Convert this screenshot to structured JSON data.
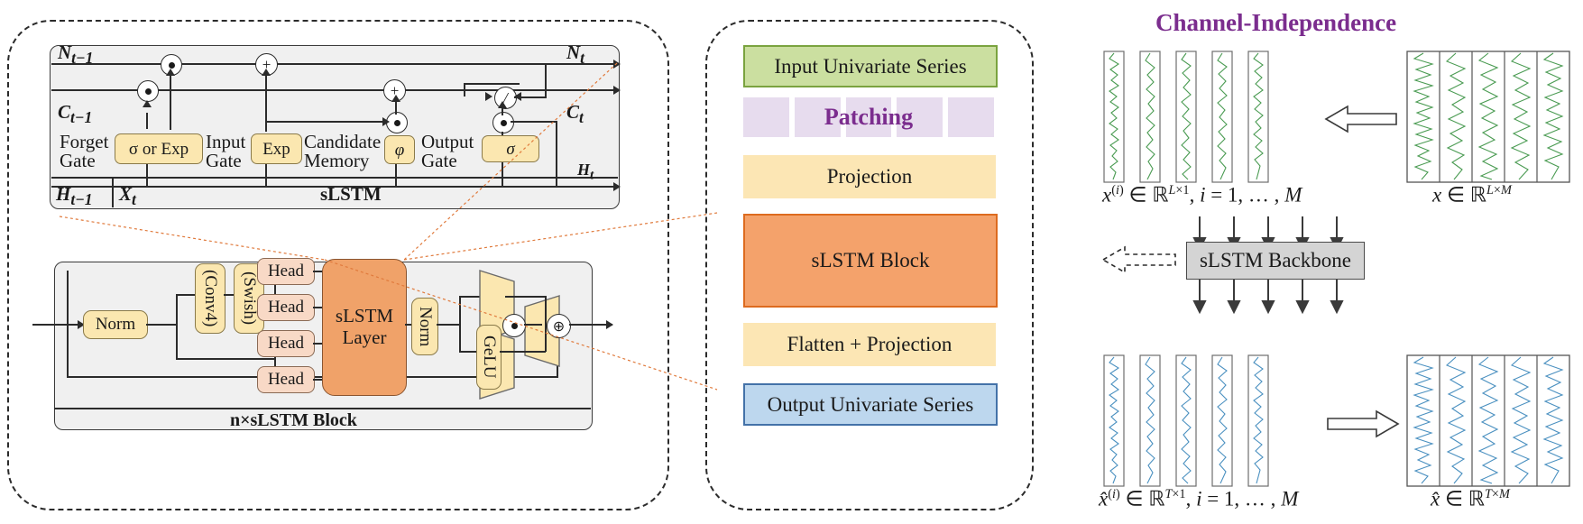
{
  "figure": {
    "domain": "diagram",
    "panels": [
      "slstm-cell-detail",
      "xlstm-pipeline",
      "channel-independence"
    ]
  },
  "colors": {
    "gate_fill": "#fbe7b0",
    "head_fill": "#f8d9c6",
    "slstm_layer_fill": "#f0a269",
    "pipeline_green": "#cbdfa0",
    "pipeline_yellow": "#fce6b4",
    "pipeline_orange": "#f4a26b",
    "pipeline_blue": "#bdd7ee",
    "patch_fill": "#e7dcee",
    "accent_purple": "#7b2d8e",
    "leader_line": "#e07a3c",
    "panel_bg": "#f0f0f0",
    "backbone_fill": "#d4d4d4",
    "input_series_stroke": "#4a9b52",
    "output_series_stroke": "#4a90c0"
  },
  "slstm_cell": {
    "title": "sLSTM",
    "inputs": {
      "n_prev": "N",
      "n_prev_sub": "t−1",
      "c_prev": "C",
      "c_prev_sub": "t−1",
      "h_prev": "H",
      "h_prev_sub": "t−1",
      "x_t": "X",
      "x_t_sub": "t"
    },
    "outputs": {
      "n_t": "N",
      "n_t_sub": "t",
      "c_t": "C",
      "c_t_sub": "t",
      "h_t": "H",
      "h_t_sub": "t"
    },
    "gates": [
      {
        "name": "forget-gate",
        "label": "Forget\nGate",
        "activation": "σ or Exp"
      },
      {
        "name": "input-gate",
        "label": "Input\nGate",
        "activation": "Exp"
      },
      {
        "name": "candidate-memory",
        "label": "Candidate\nMemory",
        "activation": "φ"
      },
      {
        "name": "output-gate",
        "label": "Output\nGate",
        "activation": "σ"
      }
    ],
    "operators": [
      "⊙",
      "⊙",
      "+",
      "+",
      "⊙",
      "/",
      "⊙"
    ]
  },
  "slstm_block": {
    "caption": "n×sLSTM Block",
    "norm_label": "Norm",
    "conv_label": "(Conv4)",
    "swish_label": "(Swish)",
    "heads": [
      "Head",
      "Head",
      "Head",
      "Head"
    ],
    "layer_label": "sLSTM\nLayer",
    "layer_label_line1": "sLSTM",
    "layer_label_line2": "Layer",
    "norm2_label": "Norm",
    "gelu_label": "GeLU",
    "mul_op": "⊙",
    "add_op": "⊕"
  },
  "pipeline": {
    "rows": [
      {
        "name": "input-univariate-series",
        "label": "Input Univariate Series",
        "style": "green"
      },
      {
        "name": "patching",
        "label": "Patching",
        "style": "patch"
      },
      {
        "name": "projection",
        "label": "Projection",
        "style": "yellow"
      },
      {
        "name": "slstm-block",
        "label": "sLSTM Block",
        "style": "orange"
      },
      {
        "name": "flatten-projection",
        "label": "Flatten + Projection",
        "style": "yellow"
      },
      {
        "name": "output-univariate-series",
        "label": "Output Univariate Series",
        "style": "blue"
      }
    ],
    "patch_cell_count": 5
  },
  "channel_independence": {
    "title": "Channel-Independence",
    "backbone_label": "sLSTM  Backbone",
    "input_strip_count": 5,
    "input_matrix_columns": 5,
    "output_strip_count": 5,
    "output_matrix_columns": 5,
    "labels": {
      "input_univariate": "x(i) ∈ ℝL×1, i = 1, … , M",
      "input_multivariate": "x ∈ ℝL×M",
      "output_univariate": "x̂(i) ∈ ℝT×1, i = 1, … , M",
      "output_multivariate": "x̂ ∈ ℝT×M"
    },
    "arrow_to_univariate": "⇐",
    "arrow_to_multivariate": "⇒",
    "arrow_to_pipeline": "⇠"
  }
}
